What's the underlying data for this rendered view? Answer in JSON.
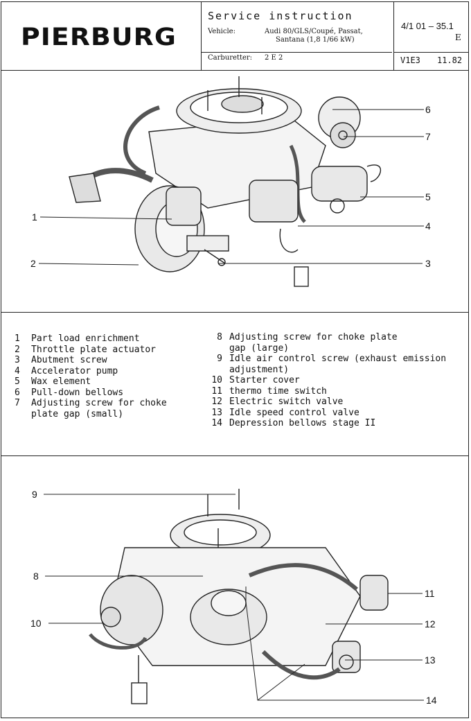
{
  "header": {
    "brand": "PIERBURG",
    "title": "Service instruction",
    "vehicle_label": "Vehicle:",
    "vehicle_line1": "Audi 80/GLS/Coupé, Passat,",
    "vehicle_line2": "Santana (1,8 1/66 kW)",
    "carb_label": "Carburetter:",
    "carb_value": "2 E 2",
    "doc_no_line1": "4/1 01 – 35.1",
    "doc_no_line2": "E",
    "code": "V1E3",
    "date": "11.82"
  },
  "legend_left": [
    {
      "n": "1",
      "text": "Part load enrichment"
    },
    {
      "n": "2",
      "text": "Throttle plate actuator"
    },
    {
      "n": "3",
      "text": "Abutment screw"
    },
    {
      "n": "4",
      "text": "Accelerator pump"
    },
    {
      "n": "5",
      "text": "Wax element"
    },
    {
      "n": "6",
      "text": "Pull-down bellows"
    },
    {
      "n": "7",
      "text": "Adjusting screw for choke"
    },
    {
      "n": "",
      "text": "plate gap (small)"
    }
  ],
  "legend_right": [
    {
      "n": "8",
      "text": "Adjusting screw for choke plate"
    },
    {
      "n": "",
      "text": "gap (large)"
    },
    {
      "n": "9",
      "text": "Idle air control screw (exhaust emission"
    },
    {
      "n": "",
      "text": "adjustment)"
    },
    {
      "n": "10",
      "text": "Starter cover"
    },
    {
      "n": "11",
      "text": "thermo time switch"
    },
    {
      "n": "12",
      "text": "Electric switch valve"
    },
    {
      "n": "13",
      "text": "Idle speed control valve"
    },
    {
      "n": "14",
      "text": "Depression bellows stage II"
    }
  ],
  "callouts_top": [
    "1",
    "2",
    "3",
    "4",
    "5",
    "6",
    "7"
  ],
  "callouts_bottom": [
    "8",
    "9",
    "10",
    "11",
    "12",
    "13",
    "14"
  ]
}
